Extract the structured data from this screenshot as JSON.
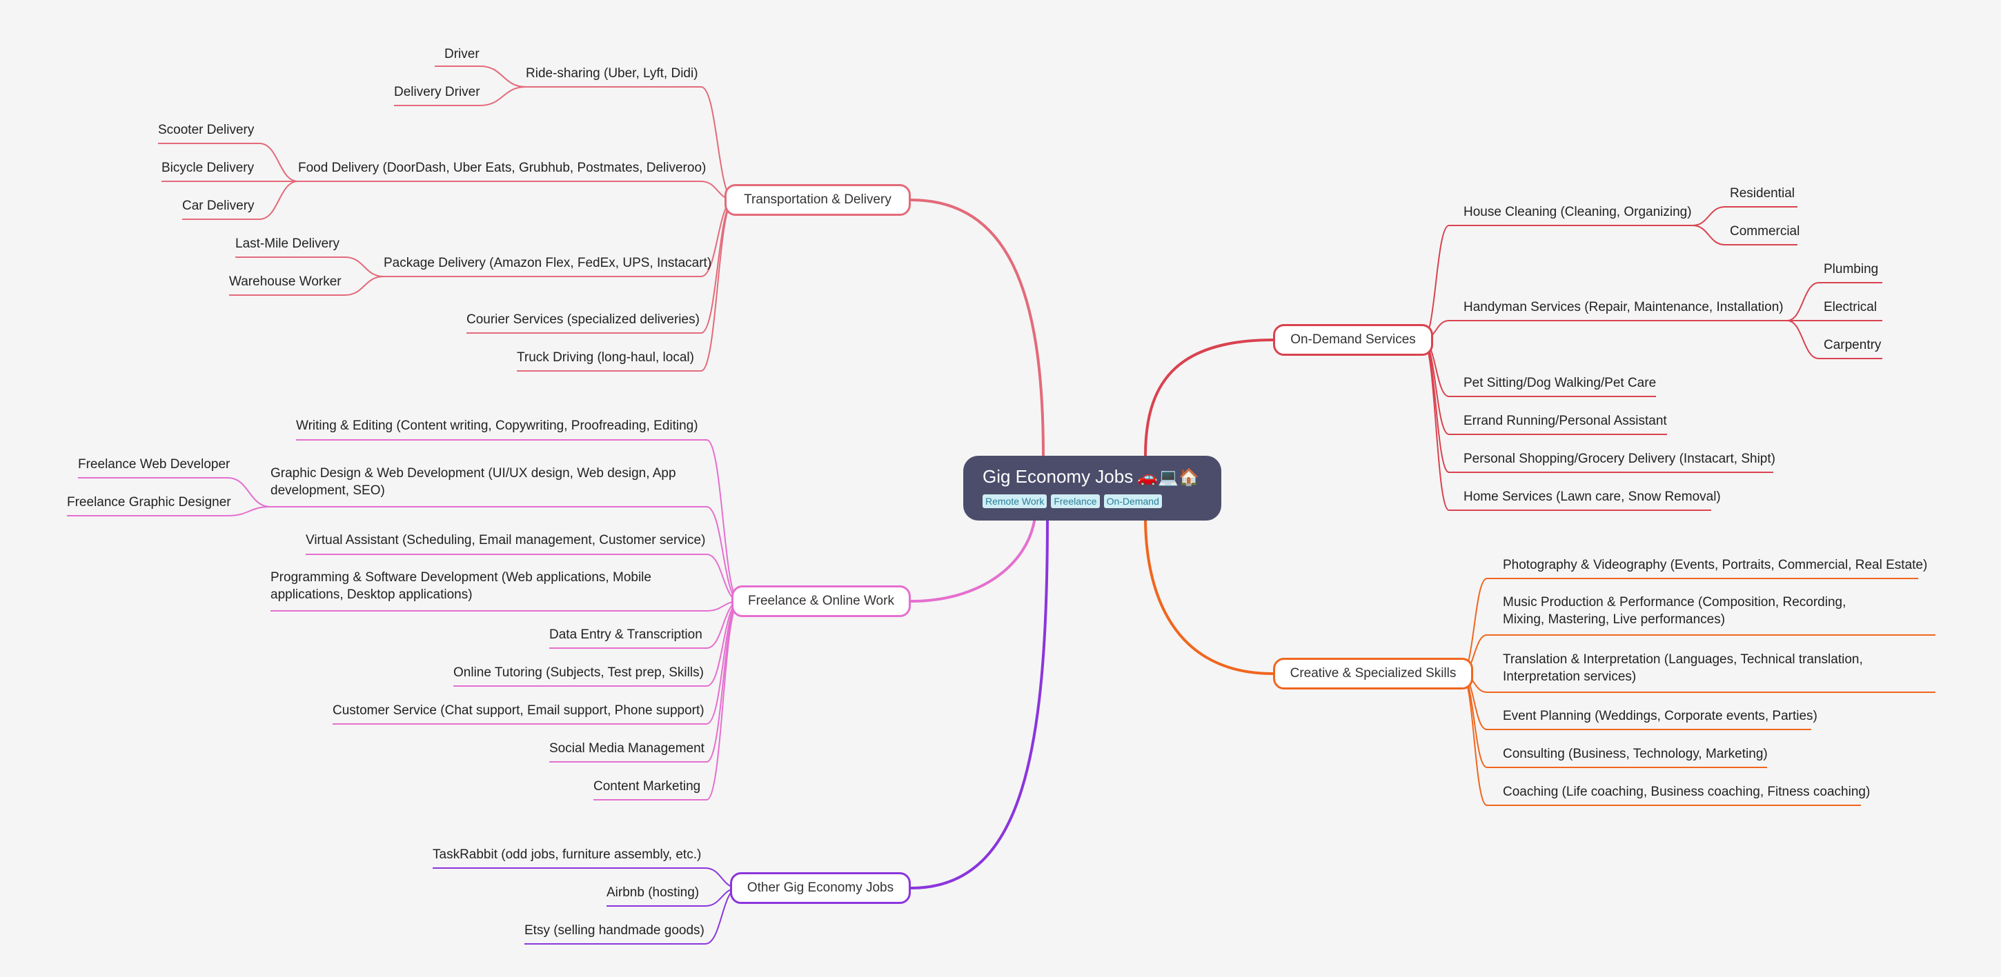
{
  "root": {
    "title": "Gig Economy Jobs",
    "emoji": "🚗💻🏠",
    "tags": [
      "Remote Work",
      "Freelance",
      "On-Demand"
    ]
  },
  "colors": {
    "transport": "#e36a7a",
    "ondemand": "#d9424f",
    "freelance": "#e56fcf",
    "creative": "#f0661e",
    "other": "#8b35dc"
  },
  "branches": {
    "transport": {
      "label": "Transportation & Delivery",
      "ride_sharing": "Ride-sharing (Uber, Lyft, Didi)",
      "driver": "Driver",
      "delivery_driver": "Delivery Driver",
      "food_delivery": "Food Delivery (DoorDash, Uber Eats, Grubhub, Postmates, Deliveroo)",
      "scooter": "Scooter Delivery",
      "bicycle": "Bicycle Delivery",
      "car": "Car Delivery",
      "package": "Package Delivery (Amazon Flex, FedEx, UPS, Instacart)",
      "last_mile": "Last-Mile Delivery",
      "warehouse": "Warehouse Worker",
      "courier": "Courier Services (specialized deliveries)",
      "truck": "Truck Driving (long-haul, local)"
    },
    "freelance": {
      "label": "Freelance & Online Work",
      "writing": "Writing & Editing (Content writing, Copywriting, Proofreading, Editing)",
      "graphic_web": "Graphic Design & Web Development (UI/UX design, Web design, App development, SEO)",
      "web_dev": "Freelance Web Developer",
      "graphic_designer": "Freelance Graphic Designer",
      "virtual_assistant": "Virtual Assistant (Scheduling, Email management, Customer service)",
      "programming": "Programming & Software Development (Web applications, Mobile applications, Desktop applications)",
      "data_entry": "Data Entry & Transcription",
      "tutoring": "Online Tutoring (Subjects, Test prep, Skills)",
      "customer_service": "Customer Service (Chat support, Email support, Phone support)",
      "social_media": "Social Media Management",
      "content_marketing": "Content Marketing"
    },
    "other": {
      "label": "Other Gig Economy Jobs",
      "taskrabbit": "TaskRabbit (odd jobs, furniture assembly, etc.)",
      "airbnb": "Airbnb (hosting)",
      "etsy": "Etsy (selling handmade goods)"
    },
    "ondemand": {
      "label": "On-Demand Services",
      "house_cleaning": "House Cleaning (Cleaning, Organizing)",
      "residential": "Residential",
      "commercial": "Commercial",
      "handyman": "Handyman Services (Repair, Maintenance, Installation)",
      "plumbing": "Plumbing",
      "electrical": "Electrical",
      "carpentry": "Carpentry",
      "pet": "Pet Sitting/Dog Walking/Pet Care",
      "errand": "Errand Running/Personal Assistant",
      "shopping": "Personal Shopping/Grocery Delivery (Instacart, Shipt)",
      "home": "Home Services (Lawn care, Snow Removal)"
    },
    "creative": {
      "label": "Creative & Specialized Skills",
      "photography": "Photography & Videography (Events, Portraits, Commercial, Real Estate)",
      "music": "Music Production & Performance (Composition, Recording, Mixing, Mastering, Live performances)",
      "translation": "Translation & Interpretation (Languages, Technical translation, Interpretation services)",
      "event": "Event Planning (Weddings, Corporate events, Parties)",
      "consulting": "Consulting (Business, Technology, Marketing)",
      "coaching": "Coaching (Life coaching, Business coaching, Fitness coaching)"
    }
  }
}
